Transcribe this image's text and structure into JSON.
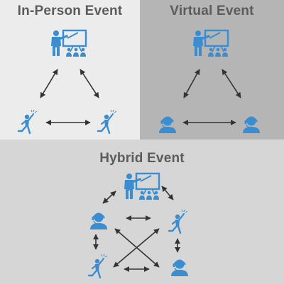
{
  "panels": {
    "in_person": {
      "title": "In-Person Event"
    },
    "virtual": {
      "title": "Virtual Event"
    },
    "hybrid": {
      "title": "Hybrid Event"
    }
  },
  "colors": {
    "icon": "#3c8dcf",
    "arrow": "#333333",
    "title": "#5b5b5b",
    "in_person_bg": "#ececec",
    "virtual_bg": "#b5b5b5",
    "hybrid_bg": "#d6d6d6"
  },
  "icons": {
    "presenter": "presenter-icon",
    "in_person_attendee": "cheering-person-icon",
    "virtual_attendee": "headset-person-icon"
  }
}
